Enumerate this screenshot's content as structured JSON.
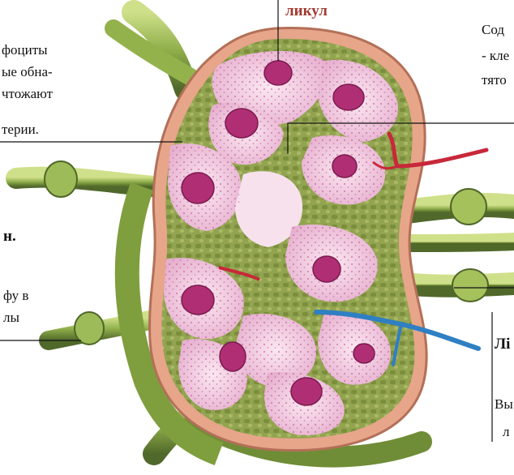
{
  "labels": {
    "top_center": "ликул",
    "left_block": [
      "фоциты",
      "ые обна-",
      "чтожают",
      "терии."
    ],
    "left_mid_bold": "н.",
    "left_lower": [
      "фу в",
      "лы"
    ],
    "right_top": [
      "Сод",
      "- кле",
      "тято"
    ],
    "right_lower_bold": "Лі",
    "right_bottom": [
      "Вы",
      "л"
    ]
  },
  "colors": {
    "capsule": "#e7a58a",
    "stroma": "#93a451",
    "follicle": "#f0cce0",
    "nucleus": "#b02f74",
    "vessel_green": "#8fae4a",
    "artery": "#c8283a",
    "vein": "#2f7fc3",
    "label_accent": "#a23a30"
  }
}
